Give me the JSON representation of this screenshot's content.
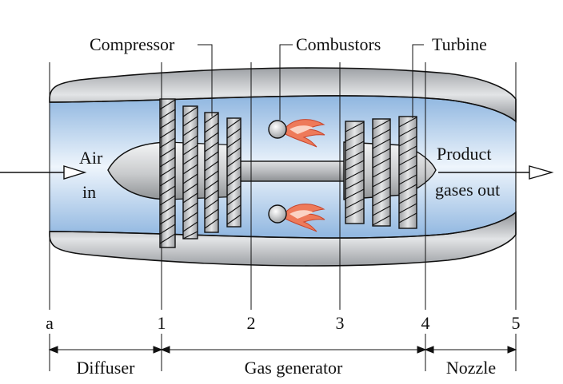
{
  "labels": {
    "compressor": "Compressor",
    "combustors": "Combustors",
    "turbine": "Turbine",
    "air_line1": "Air",
    "air_line2": "in",
    "product_line1": "Product",
    "product_line2": "gases out"
  },
  "stations": [
    "a",
    "1",
    "2",
    "3",
    "4",
    "5"
  ],
  "sections": {
    "diffuser": "Diffuser",
    "gas_generator": "Gas generator",
    "nozzle": "Nozzle"
  },
  "colors": {
    "casing": "#b4b7ba",
    "flow_blue": "#a9c9ea",
    "flow_light": "#e9f2fb",
    "metal": "#c4c6c8",
    "flame": "#e8694a",
    "line": "#111111"
  }
}
